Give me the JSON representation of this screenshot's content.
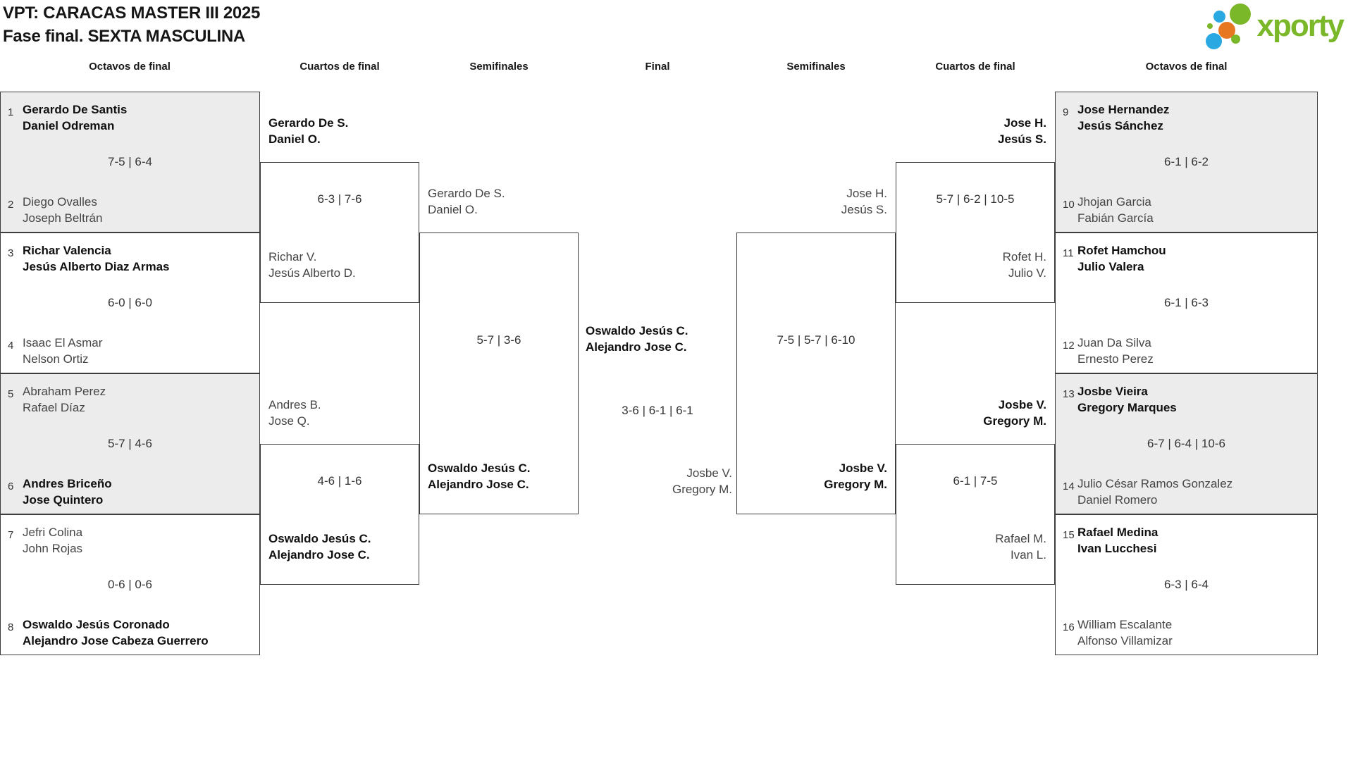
{
  "title": {
    "line1": "VPT: CARACAS MASTER III 2025",
    "line2": "Fase final. SEXTA MASCULINA"
  },
  "brand": "xporty",
  "headers": [
    "Octavos de final",
    "Cuartos de final",
    "Semifinales",
    "Final",
    "Semifinales",
    "Cuartos de final",
    "Octavos de final"
  ],
  "r16": [
    {
      "seed1": 1,
      "team1": [
        "Gerardo De Santis",
        "Daniel Odreman"
      ],
      "score": "7-5 | 6-4",
      "seed2": 2,
      "team2": [
        "Diego Ovalles",
        "Joseph Beltrán"
      ],
      "winner": 1,
      "shaded": true,
      "side": "left",
      "row": 0
    },
    {
      "seed1": 3,
      "team1": [
        "Richar Valencia",
        "Jesús Alberto Diaz Armas"
      ],
      "score": "6-0 | 6-0",
      "seed2": 4,
      "team2": [
        "Isaac El Asmar",
        "Nelson Ortiz"
      ],
      "winner": 1,
      "shaded": false,
      "side": "left",
      "row": 1
    },
    {
      "seed1": 5,
      "team1": [
        "Abraham Perez",
        "Rafael Díaz"
      ],
      "score": "5-7 | 4-6",
      "seed2": 6,
      "team2": [
        "Andres Briceño",
        "Jose Quintero"
      ],
      "winner": 2,
      "shaded": true,
      "side": "left",
      "row": 2
    },
    {
      "seed1": 7,
      "team1": [
        "Jefri Colina",
        "John Rojas"
      ],
      "score": "0-6 | 0-6",
      "seed2": 8,
      "team2": [
        "Oswaldo Jesús Coronado",
        "Alejandro Jose Cabeza Guerrero"
      ],
      "winner": 2,
      "shaded": false,
      "side": "left",
      "row": 3
    },
    {
      "seed1": 9,
      "team1": [
        "Jose Hernandez",
        "Jesús Sánchez"
      ],
      "score": "6-1 | 6-2",
      "seed2": 10,
      "team2": [
        "Jhojan Garcia",
        "Fabián García"
      ],
      "winner": 1,
      "shaded": true,
      "side": "right",
      "row": 0
    },
    {
      "seed1": 11,
      "team1": [
        "Rofet Hamchou",
        "Julio Valera"
      ],
      "score": "6-1 | 6-3",
      "seed2": 12,
      "team2": [
        "Juan Da Silva",
        "Ernesto Perez"
      ],
      "winner": 1,
      "shaded": false,
      "side": "right",
      "row": 1
    },
    {
      "seed1": 13,
      "team1": [
        "Josbe Vieira",
        "Gregory Marques"
      ],
      "score": "6-7 | 6-4 | 10-6",
      "seed2": 14,
      "team2": [
        "Julio César Ramos Gonzalez",
        "Daniel Romero"
      ],
      "winner": 1,
      "shaded": true,
      "side": "right",
      "row": 2
    },
    {
      "seed1": 15,
      "team1": [
        "Rafael Medina",
        "Ivan Lucchesi"
      ],
      "score": "6-3 | 6-4",
      "seed2": 16,
      "team2": [
        "William Escalante",
        "Alfonso Villamizar"
      ],
      "winner": 1,
      "shaded": false,
      "side": "right",
      "row": 3
    }
  ],
  "quarterfinals": [
    {
      "team1": [
        "Gerardo De S.",
        "Daniel O."
      ],
      "score": "6-3 | 7-6",
      "team2": [
        "Richar V.",
        "Jesús Alberto D."
      ],
      "winner": 1,
      "side": "left",
      "row": 0
    },
    {
      "team1": [
        "Andres B.",
        "Jose Q."
      ],
      "score": "4-6 | 1-6",
      "team2": [
        "Oswaldo Jesús C.",
        "Alejandro Jose C."
      ],
      "winner": 2,
      "side": "left",
      "row": 1
    },
    {
      "team1": [
        "Jose H.",
        "Jesús S."
      ],
      "score": "5-7 | 6-2 | 10-5",
      "team2": [
        "Rofet H.",
        "Julio V."
      ],
      "winner": 1,
      "side": "right",
      "row": 0
    },
    {
      "team1": [
        "Josbe V.",
        "Gregory M."
      ],
      "score": "6-1 | 7-5",
      "team2": [
        "Rafael M.",
        "Ivan L."
      ],
      "winner": 1,
      "side": "right",
      "row": 1
    }
  ],
  "semifinals": [
    {
      "team1": [
        "Gerardo De S.",
        "Daniel O."
      ],
      "score": "5-7 | 3-6",
      "team2": [
        "Oswaldo Jesús C.",
        "Alejandro Jose C."
      ],
      "winner": 2,
      "side": "left"
    },
    {
      "team1": [
        "Jose H.",
        "Jesús S."
      ],
      "score": "7-5 | 5-7 | 6-10",
      "team2": [
        "Josbe V.",
        "Gregory M."
      ],
      "winner": 2,
      "side": "right"
    }
  ],
  "final": {
    "team1": [
      "Oswaldo Jesús C.",
      "Alejandro Jose C."
    ],
    "score": "3-6 | 6-1 | 6-1",
    "team2": [
      "Josbe V.",
      "Gregory M."
    ],
    "winner": 1
  },
  "colors": {
    "brand_green": "#7ab829",
    "brand_blue": "#29a8e1",
    "brand_orange": "#e87722",
    "shaded_box": "#ececec",
    "border": "#3d3d3d"
  }
}
